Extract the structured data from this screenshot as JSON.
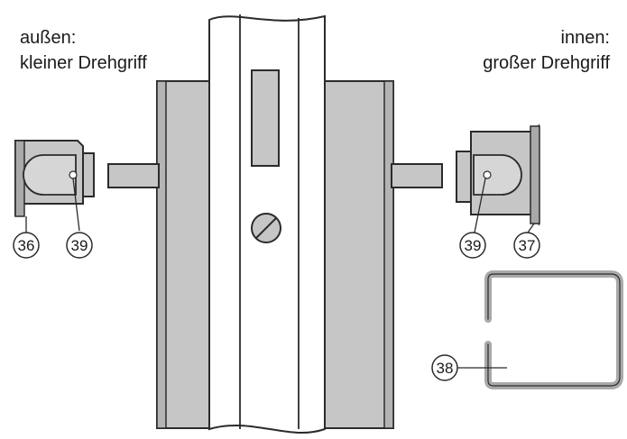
{
  "labels": {
    "outside_line1": "außen:",
    "outside_line2": "kleiner Drehgriff",
    "inside_line1": "innen:",
    "inside_line2": "großer Drehgriff"
  },
  "callouts": {
    "c36": "36",
    "c39_left": "39",
    "c39_right": "39",
    "c37": "37",
    "c38": "38"
  },
  "colors": {
    "line": "#2b2b2b",
    "part_fill": "#c6c6c6",
    "part_dark": "#a9a9a9",
    "door_fill": "#ffffff",
    "background": "#ffffff"
  }
}
